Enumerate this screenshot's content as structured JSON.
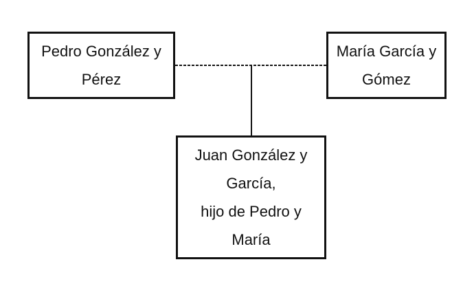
{
  "father": {
    "line1": "Pedro González y",
    "line2": "Pérez"
  },
  "mother": {
    "line1": "María García y",
    "line2": "Gómez"
  },
  "child": {
    "line1": "Juan González y",
    "line2": "García,",
    "line3": "hijo de Pedro y",
    "line4": "María"
  },
  "colors": {
    "line": "#111111",
    "background": "#ffffff"
  }
}
